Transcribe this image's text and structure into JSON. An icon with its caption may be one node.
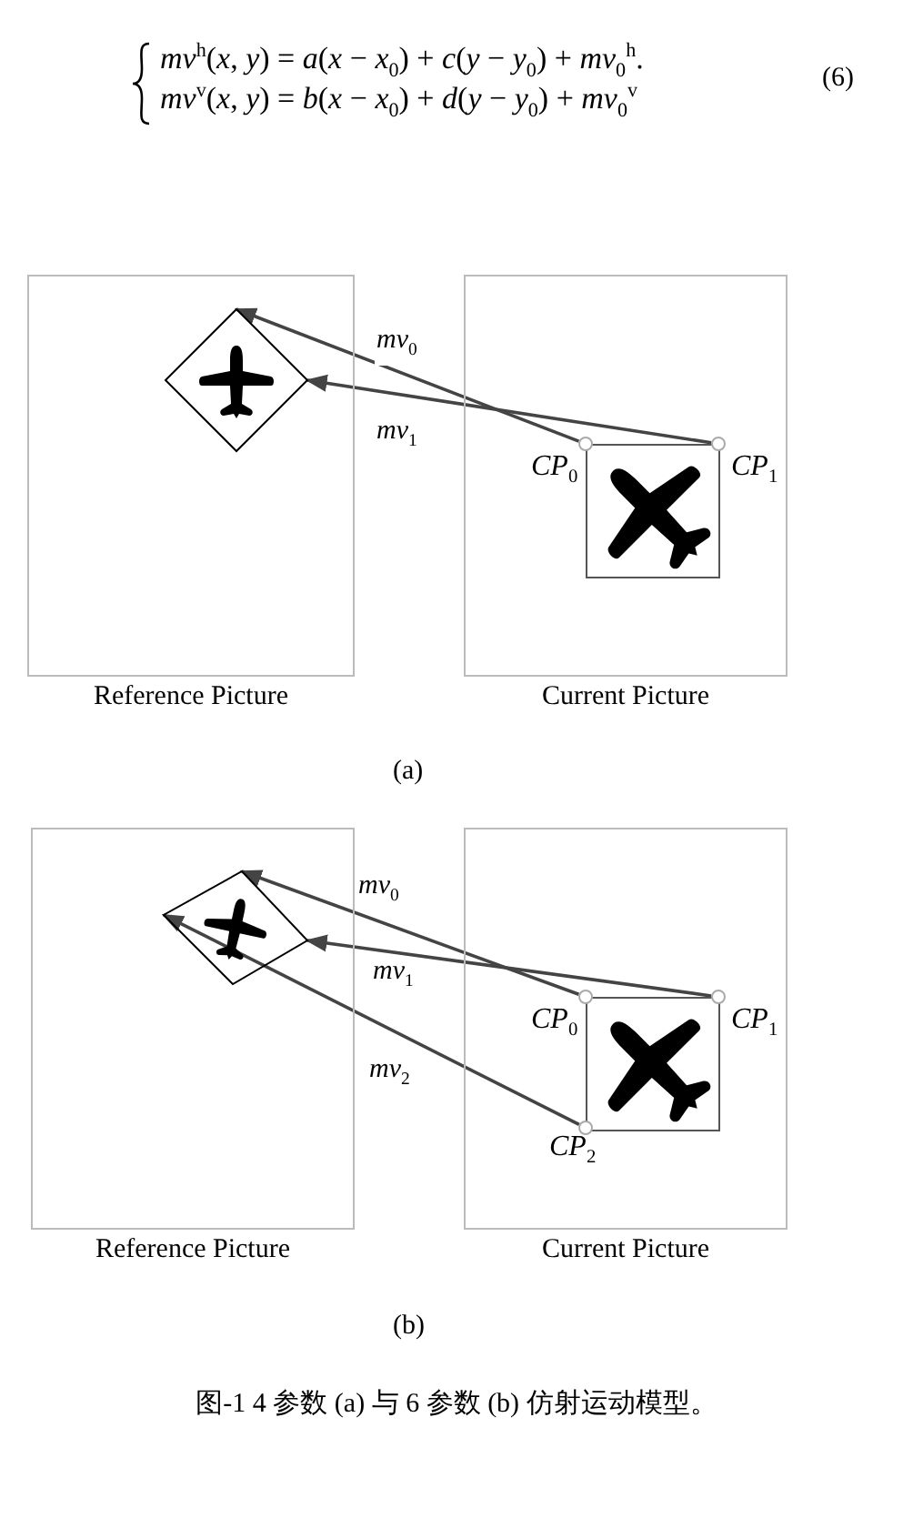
{
  "diagram": {
    "caption": "图-1 4 参数 (a) 与 6 参数 (b) 仿射运动模型。",
    "nodes": [
      {
        "text": [
          "Reference Picture"
        ]
      },
      {
        "text": [],
        "shape": "diamond",
        "in": 0
      },
      {
        "text": [
          "Current Picture"
        ]
      },
      {
        "text": [],
        "shape": "box",
        "in": 2
      },
      {
        "text": [
          "*CP*$_{0}$"
        ],
        "in": 2
      },
      {
        "text": [
          "*CP*$_{1}$"
        ],
        "in": 2
      },
      {
        "text": [
          "Reference Picture"
        ]
      },
      {
        "text": [],
        "shape": "diamond",
        "in": 6
      },
      {
        "text": [
          "Current Picture"
        ]
      },
      {
        "text": [],
        "shape": "box",
        "in": 8
      },
      {
        "text": [
          "*CP*$_{0}$"
        ],
        "in": 8
      },
      {
        "text": [
          "*CP*$_{1}$"
        ],
        "in": 8
      },
      {
        "text": [
          "*CP*$_{2}$"
        ],
        "in": 8
      }
    ],
    "edges": [
      {
        "from": 4,
        "to": 1,
        "arrow": "to",
        "label": "*mv*$_{0}$"
      },
      {
        "from": 5,
        "to": 1,
        "arrow": "to",
        "label": "*mv*$_{1}$"
      },
      {
        "from": 10,
        "to": 7,
        "arrow": "to",
        "label": "*mv*$_{0}$"
      },
      {
        "from": 11,
        "to": 7,
        "arrow": "to",
        "label": "*mv*$_{1}$"
      },
      {
        "from": 12,
        "to": 7,
        "arrow": "to",
        "label": "*mv*$_{2}$"
      }
    ],
    "labels": [
      "*mv*$^{h}$(*x*, *y*) = *a*(*x* − *x*$_{0}$) + *c*(*y* − *y*$_{0}$) + *mv*$_{0}$$^{h}$.",
      "*mv*$^{v}$(*x*, *y*) = *b*(*x* − *x*$_{0}$) + *d*(*y* − *y*$_{0}$) + *mv*$_{0}$$^{v}$",
      "(6)",
      "(a)",
      "(b)"
    ]
  }
}
